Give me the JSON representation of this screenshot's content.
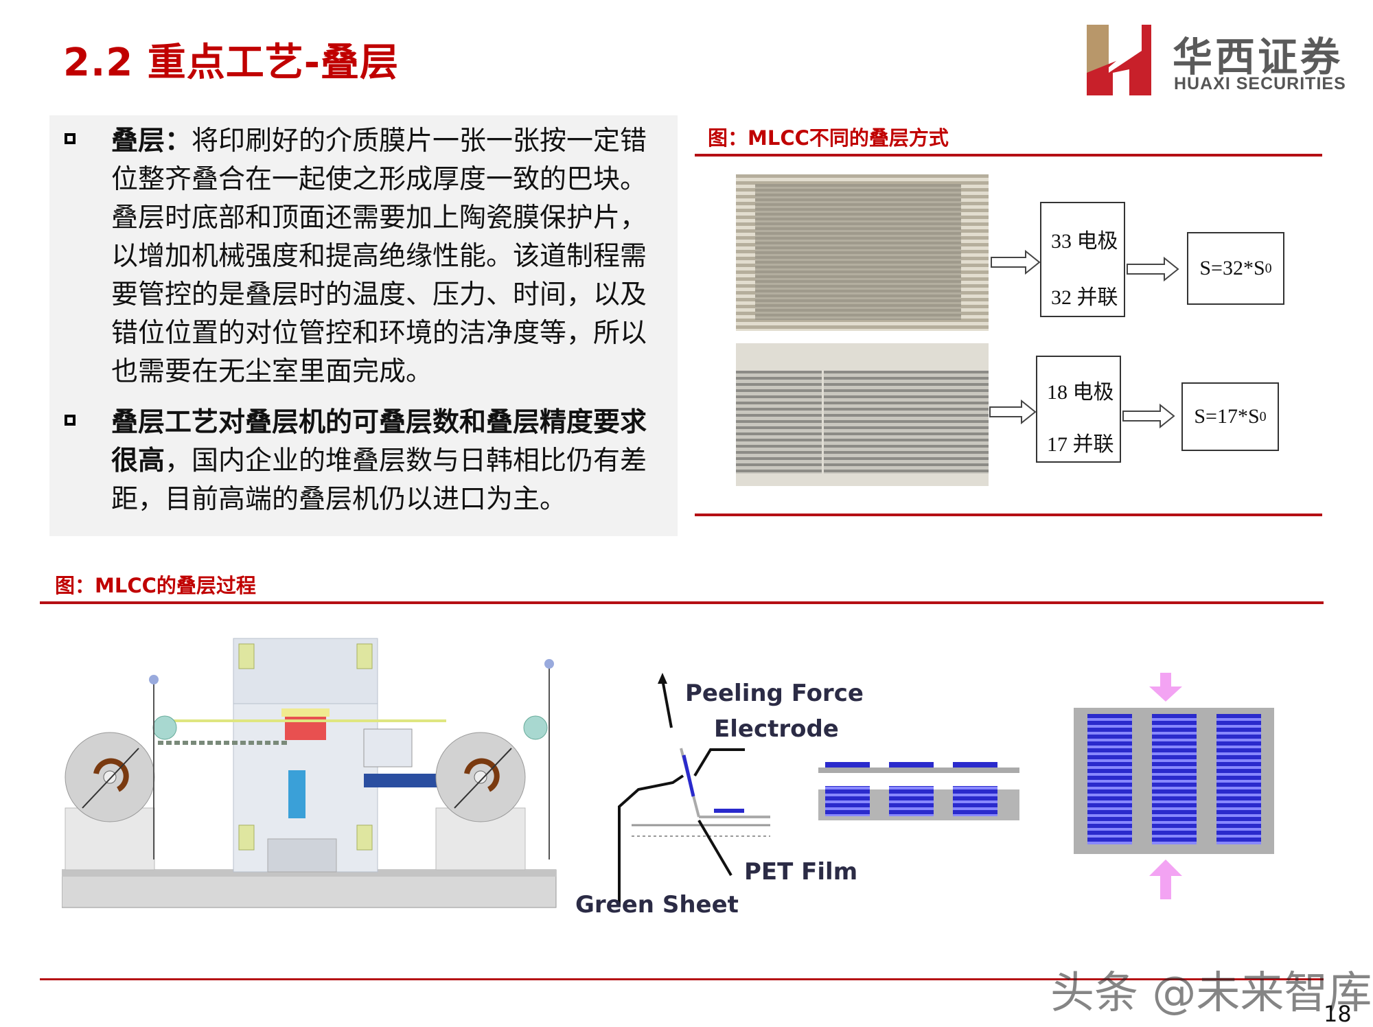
{
  "header": {
    "title": "2.2 重点工艺-叠层",
    "logo": {
      "name_cn": "华西证券",
      "name_en": "HUAXI SECURITIES",
      "colors": {
        "gold": "#b8976a",
        "red": "#c8202a",
        "text": "#5a5a5a"
      }
    }
  },
  "textbox": {
    "bullets": [
      {
        "bold": "叠层：",
        "text": "将印刷好的介质膜片一张一张按一定错位整齐叠合在一起使之形成厚度一致的巴块。叠层时底部和顶面还需要加上陶瓷膜保护片，以增加机械强度和提高绝缘性能。该道制程需要管控的是叠层时的温度、压力、时间，以及错位位置的对位管控和环境的洁净度等，所以也需要在无尘室里面完成。"
      },
      {
        "bold": "叠层工艺对叠层机的可叠层数和叠层精度要求很高",
        "text": "，国内企业的堆叠层数与日韩相比仍有差距，目前高端的叠层机仍以进口为主。"
      }
    ]
  },
  "figure_top": {
    "caption": "图：MLCC不同的叠层方式",
    "rows": [
      {
        "electrodes": "33 电极",
        "parallel": "32 并联",
        "formula_main": "S=32*S",
        "formula_sub": "0"
      },
      {
        "electrodes": "18 电极",
        "parallel": "17 并联",
        "formula_main": "S=17*S",
        "formula_sub": "0"
      }
    ]
  },
  "figure_bottom": {
    "caption": "图：MLCC的叠层过程",
    "labels": {
      "peeling_force": "Peeling Force",
      "electrode": "Electrode",
      "pet_film": "PET Film",
      "green_sheet": "Green Sheet"
    },
    "colors": {
      "electrode_blue": "#2a2acc",
      "sheet_gray": "#a8a8a8",
      "press_arrow": "#f08cf0"
    }
  },
  "footer": {
    "page_number": "18",
    "watermark": "头条 @未来智库"
  },
  "theme": {
    "accent_red": "#c00000",
    "rule_red": "#b50f14",
    "panel_gray": "#f2f2f2"
  }
}
